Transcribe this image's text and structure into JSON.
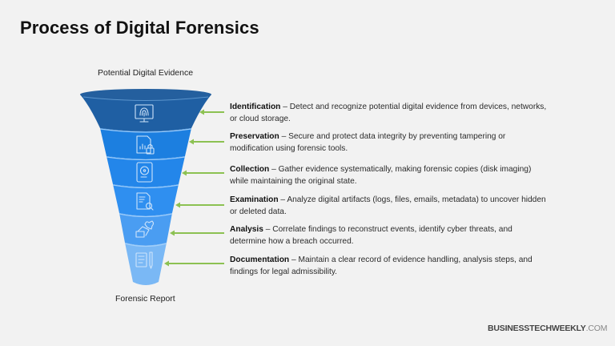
{
  "title": "Process of Digital Forensics",
  "funnel": {
    "top_label": "Potential Digital Evidence",
    "bottom_label": "Forensic Report",
    "arrow_color": "#8cc152",
    "stages": [
      {
        "name": "Identification",
        "separator": " – ",
        "description": "Detect and recognize potential digital evidence from devices, networks, or cloud storage.",
        "icon": "monitor-fingerprint-icon",
        "color": "#1f5fa3"
      },
      {
        "name": "Preservation",
        "separator": " – ",
        "description": "Secure and protect data integrity by preventing tampering or modification using forensic tools.",
        "icon": "file-chart-lock-icon",
        "color": "#1c7fe0"
      },
      {
        "name": "Collection",
        "separator": " – ",
        "description": "Gather evidence systematically, making forensic copies (disk imaging) while maintaining the original state.",
        "icon": "hard-drive-icon",
        "color": "#2386ea"
      },
      {
        "name": "Examination",
        "separator": " – ",
        "description": "Analyze digital artifacts (logs, files, emails, metadata) to uncover hidden or deleted data.",
        "icon": "document-search-icon",
        "color": "#2f8ff0"
      },
      {
        "name": "Analysis",
        "separator": " – ",
        "description": "Correlate findings to reconstruct events, identify cyber threats, and determine how a breach occurred.",
        "icon": "puzzle-hand-icon",
        "color": "#4a9df2"
      },
      {
        "name": "Documentation",
        "separator": " – ",
        "description": "Maintain a clear record of evidence handling, analysis steps, and findings for legal admissibility.",
        "icon": "checklist-pen-icon",
        "color": "#7ab8f5"
      }
    ]
  },
  "brand": {
    "name": "BUSINESSTECHWEEKLY",
    "suffix": ".COM"
  }
}
